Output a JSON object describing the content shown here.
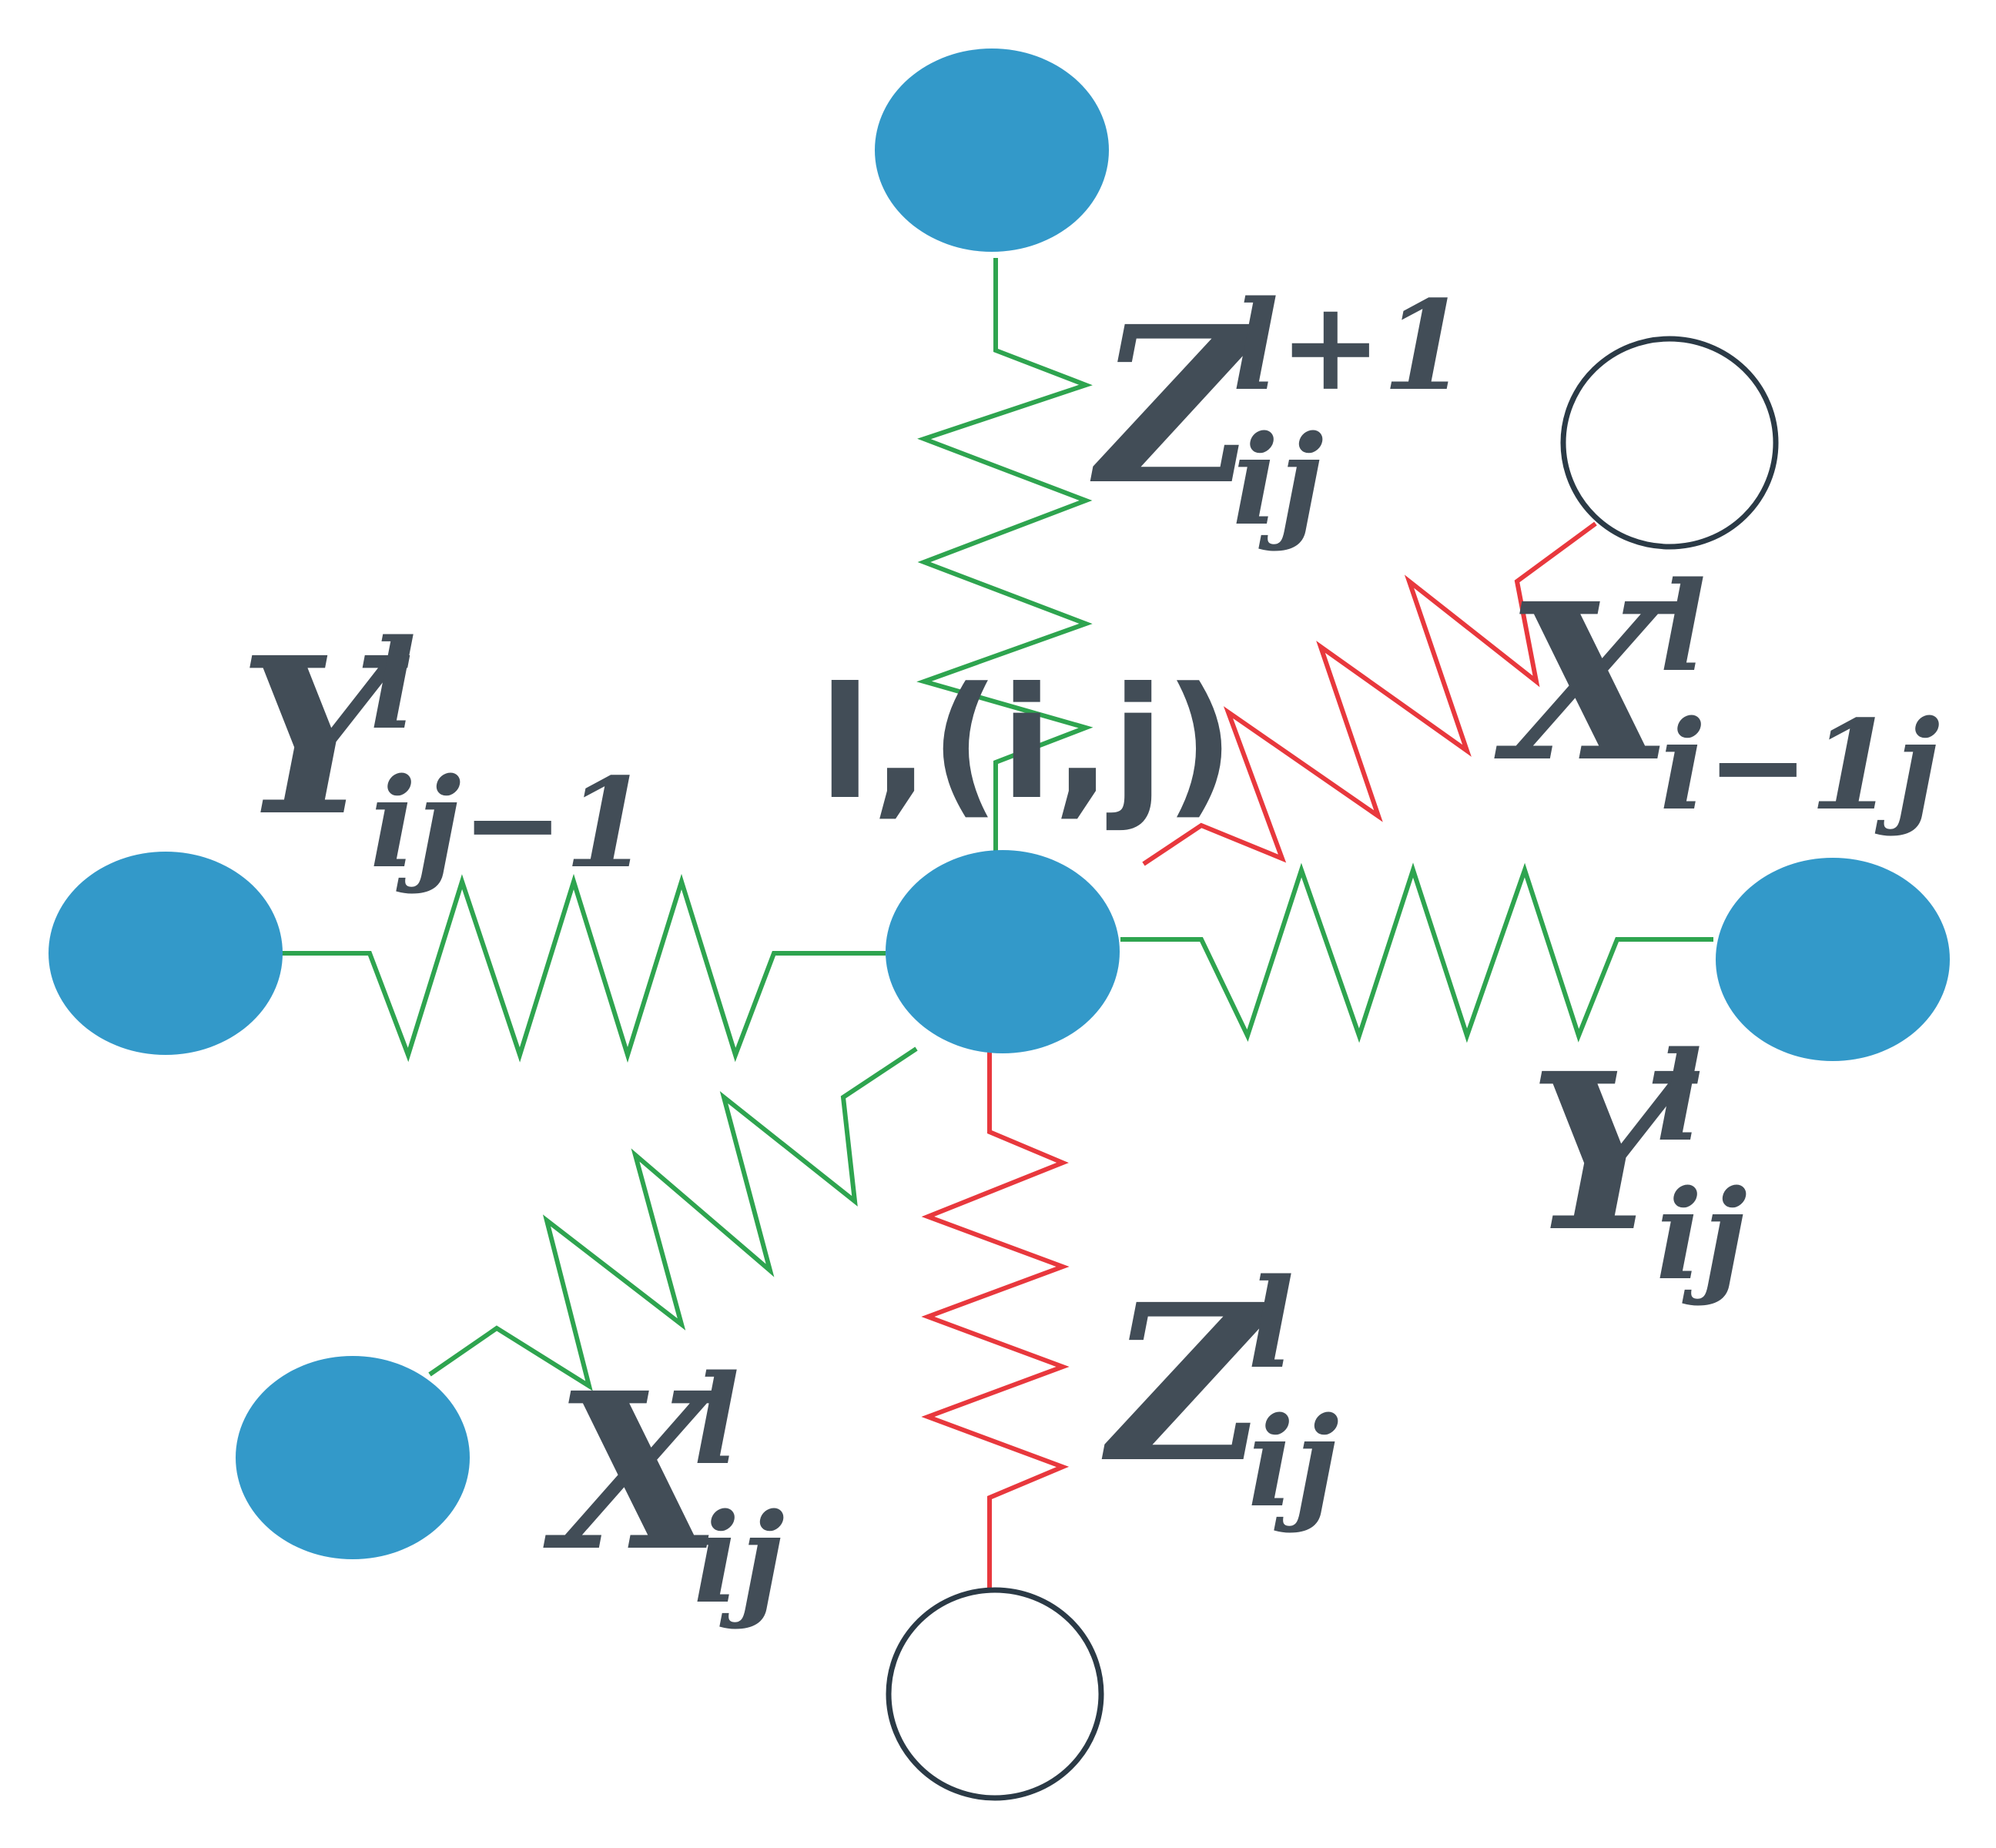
{
  "colors": {
    "node_filled": "#3399c9",
    "node_outline": "#2b3a46",
    "spring_green": "#2ea44f",
    "spring_red": "#e8383d",
    "label": "#424d57"
  },
  "nodes": {
    "center": {
      "type": "filled"
    },
    "top": {
      "type": "filled"
    },
    "left": {
      "type": "filled"
    },
    "right": {
      "type": "filled"
    },
    "lower_left": {
      "type": "filled"
    },
    "upper_right": {
      "type": "empty"
    },
    "bottom": {
      "type": "empty"
    }
  },
  "springs": {
    "z_up": {
      "color": "green"
    },
    "z_down": {
      "color": "red"
    },
    "y_left": {
      "color": "green"
    },
    "y_right": {
      "color": "green"
    },
    "x_up_right": {
      "color": "red"
    },
    "x_down_left": {
      "color": "green"
    }
  },
  "labels": {
    "center": "l,(i,j)",
    "z_up": {
      "base": "Z",
      "sup": "l+1",
      "sub": "ij"
    },
    "z_down": {
      "base": "Z",
      "sup": "l",
      "sub": "ij"
    },
    "y_left": {
      "base": "Y",
      "sup": "l",
      "sub": "ij−1"
    },
    "y_right": {
      "base": "Y",
      "sup": "l",
      "sub": "ij"
    },
    "x_up_right": {
      "base": "X",
      "sup": "l",
      "sub": "i−1j"
    },
    "x_down_left": {
      "base": "X",
      "sup": "l",
      "sub": "ij"
    }
  }
}
